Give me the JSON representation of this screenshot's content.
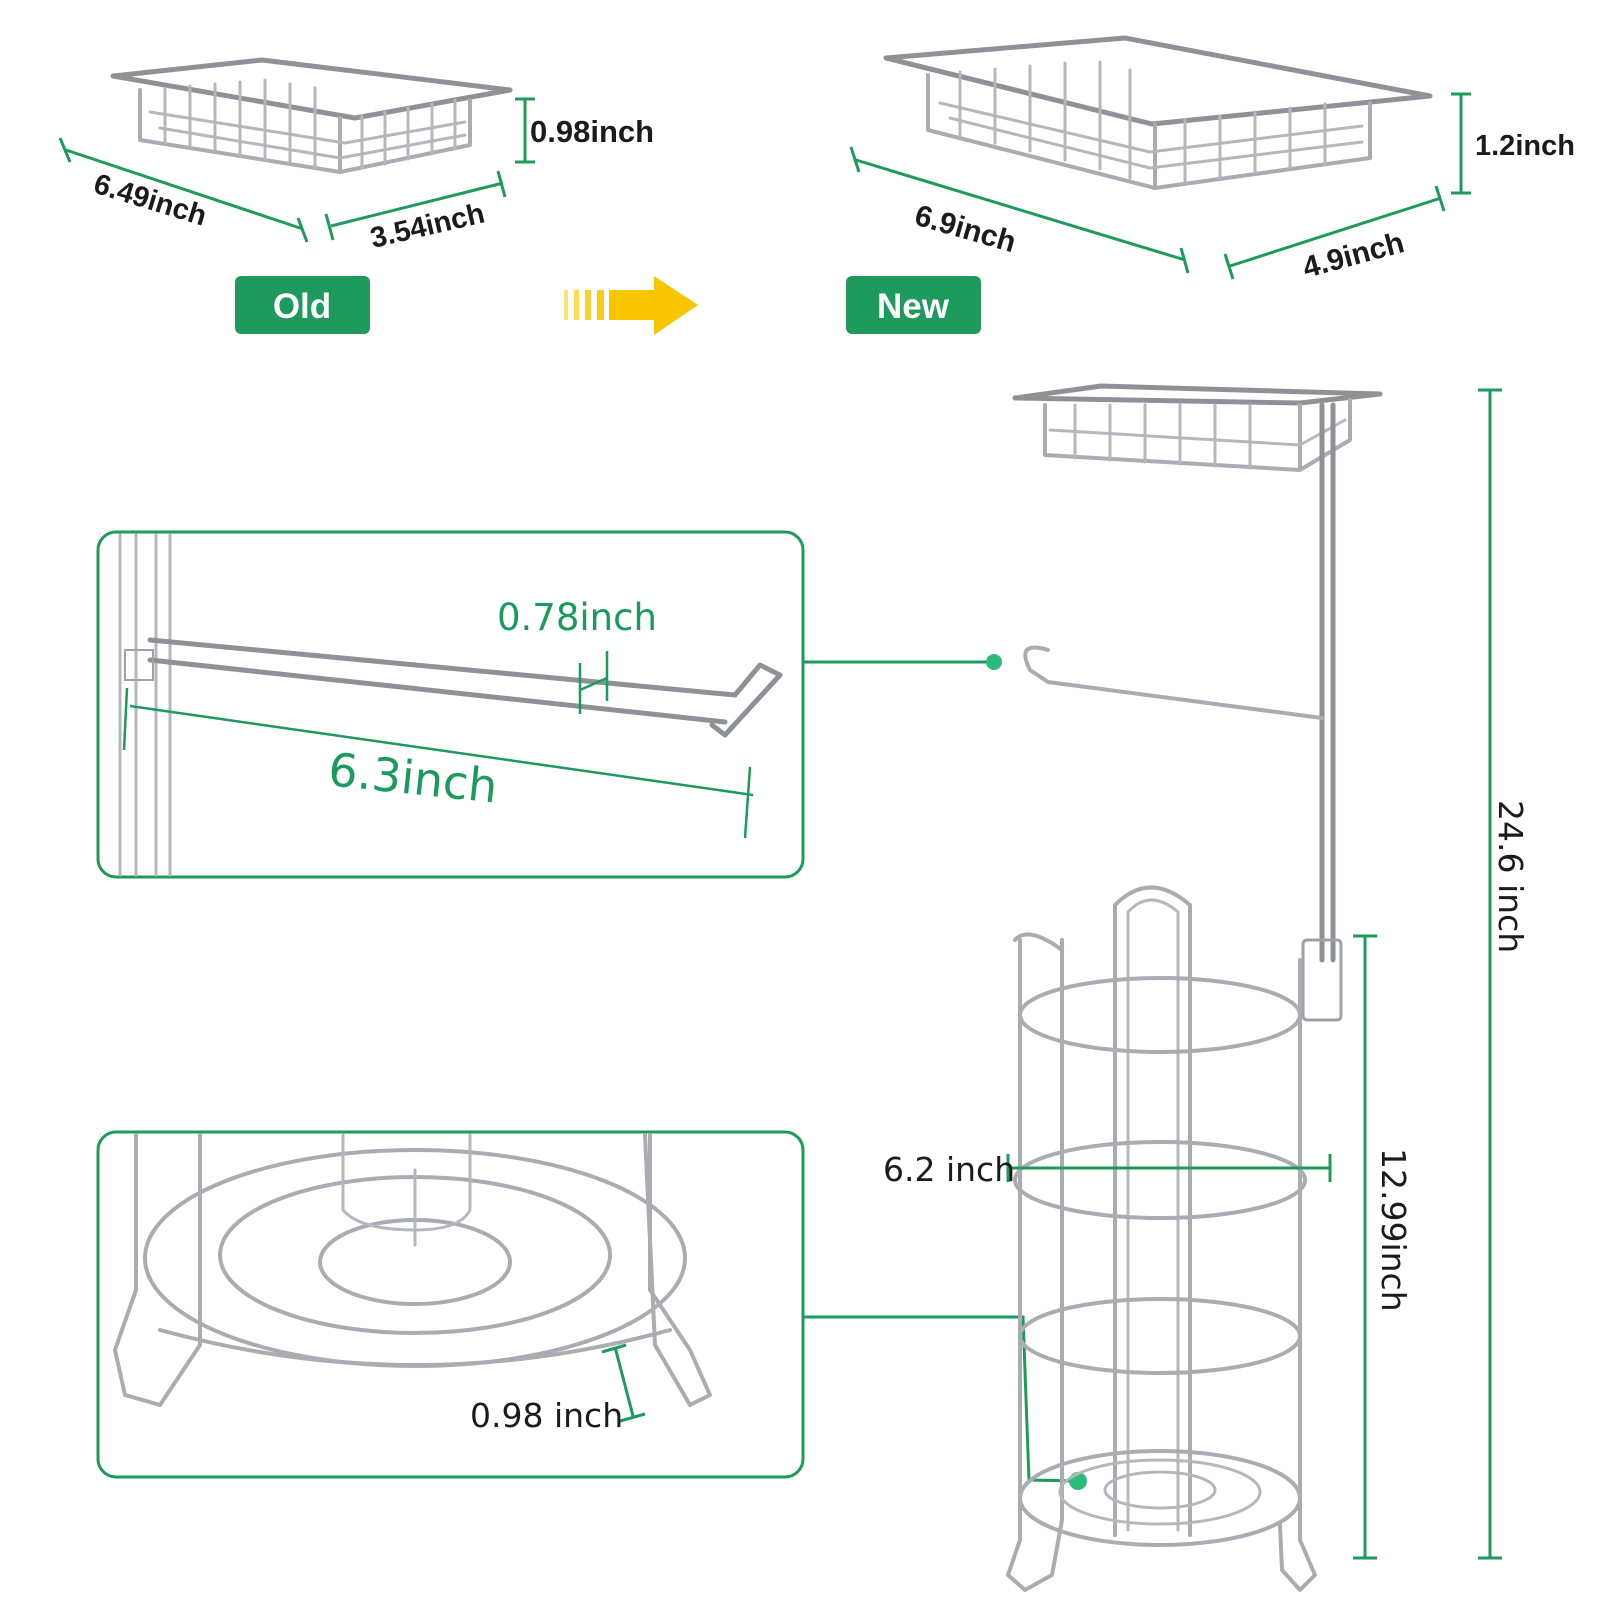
{
  "old_basket": {
    "height": "0.98inch",
    "length": "6.49inch",
    "width": "3.54inch",
    "badge": "Old"
  },
  "new_basket": {
    "height": "1.2inch",
    "length": "6.9inch",
    "width": "4.9inch",
    "badge": "New"
  },
  "arm_detail": {
    "gap": "0.78inch",
    "length": "6.3inch"
  },
  "base_detail": {
    "foot_height": "0.98 inch"
  },
  "stand": {
    "total_height": "24.6 inch",
    "reserve_height": "12.99inch",
    "diameter": "6.2 inch"
  },
  "colors": {
    "brand_green": "#1e9a5c",
    "arrow_yellow": "#f7c600",
    "wire_silver": "#a9adb2"
  }
}
